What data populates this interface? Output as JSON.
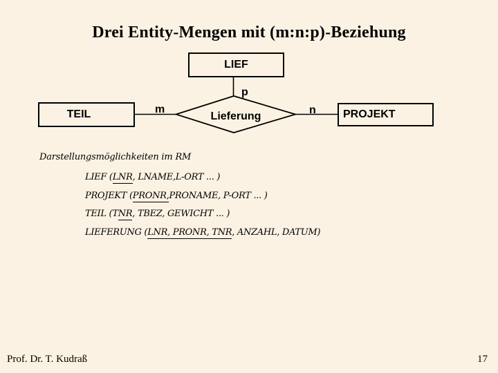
{
  "slide": {
    "background_color": "#FCF2E3",
    "ink_color": "#000000",
    "title": "Drei Entity-Mengen mit (m:n:p)-Beziehung",
    "footer": {
      "author": "Prof. Dr. T. Kudraß",
      "page_number": "17"
    }
  },
  "diagram": {
    "entities": [
      {
        "id": "lief",
        "label": "LIEF"
      },
      {
        "id": "teil",
        "label": "TEIL"
      },
      {
        "id": "projekt",
        "label": "PROJEKT"
      }
    ],
    "relationship": {
      "label": "Lieferung"
    },
    "cardinality_labels": {
      "teil_edge": "m",
      "projekt_edge": "n",
      "lief_edge": "p"
    }
  },
  "rm_section": {
    "heading": "Darstellungsmöglichkeiten im RM",
    "relations": [
      {
        "segments": [
          {
            "text": "LIEF (",
            "underline": false
          },
          {
            "text": "LNR",
            "underline": true
          },
          {
            "text": ", LNAME,L-ORT ... )",
            "underline": false
          }
        ]
      },
      {
        "segments": [
          {
            "text": "PROJEKT (",
            "underline": false
          },
          {
            "text": "PRONR,",
            "underline": true
          },
          {
            "text": "PRONAME, P-ORT ... )",
            "underline": false
          }
        ]
      },
      {
        "segments": [
          {
            "text": "TEIL (T",
            "underline": false
          },
          {
            "text": "NR",
            "underline": true
          },
          {
            "text": ", TBEZ, GEWICHT ... )",
            "underline": false
          }
        ]
      },
      {
        "segments": [
          {
            "text": "LIEFERUNG (",
            "underline": false
          },
          {
            "text": "LNR, PRONR, TNR",
            "underline": true
          },
          {
            "text": ", ANZAHL, DATUM)",
            "underline": false
          }
        ]
      }
    ]
  }
}
